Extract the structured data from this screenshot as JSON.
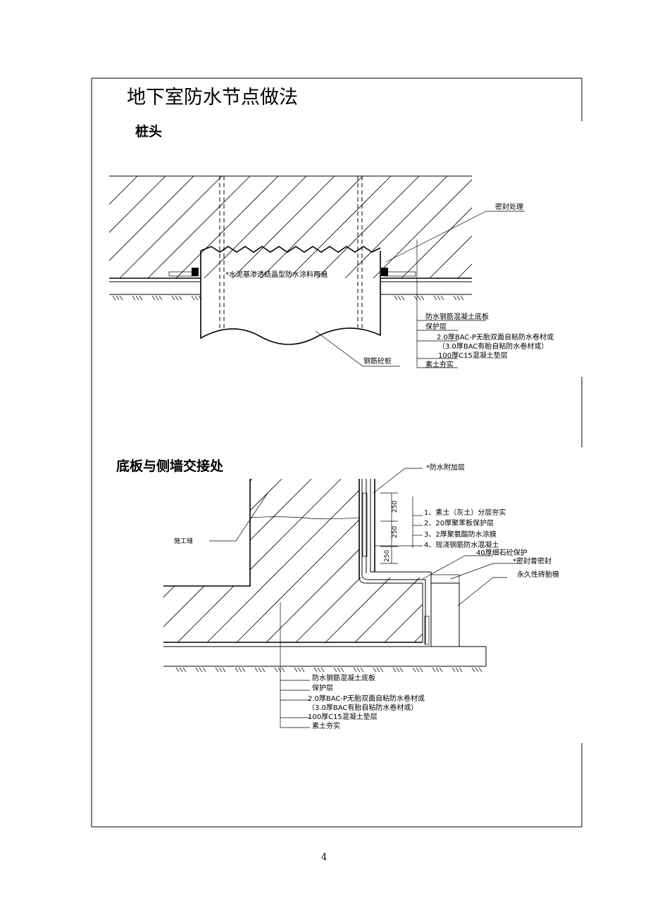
{
  "title": "地下室防水节点做法",
  "section1": {
    "heading": "桩头",
    "seal_label": "密封处理",
    "coating_label": "*水泥基渗透结晶型防水涂料两遍",
    "pile_label": "钢筋砼桩",
    "layers": [
      "防水钢筋混凝土底板",
      "保护层",
      "2.0厚BAC-P无胎双面自粘防水卷材或",
      "（3.0厚BAC有胎自粘防水卷材或）",
      "100厚C15混凝土垫层",
      "素土夯实"
    ]
  },
  "section2": {
    "heading": "底板与侧墙交接处",
    "additional_layer": "*防水附加层",
    "construction_joint": "施工缝",
    "wall_layers": [
      "1、素土（灰土）分层夯实",
      "2、20厚聚苯板保护层",
      "3、2厚聚氨酯防水涂膜",
      "4、现浇钢筋防水混凝土"
    ],
    "protect_label": "40厚细石砼保护",
    "sealant_label": "*密封膏密封",
    "brick_mold": "永久性砖胎模",
    "dims": [
      "250",
      "250",
      "250"
    ],
    "layers": [
      "防水钢筋混凝土底板",
      "保护层",
      "2.0厚BAC-P无胎双面自粘防水卷材或",
      "（3.0厚BAC有胎自粘防水卷材或）",
      "100厚C15混凝土垫层",
      "素土夯实"
    ]
  },
  "page_number": "4"
}
